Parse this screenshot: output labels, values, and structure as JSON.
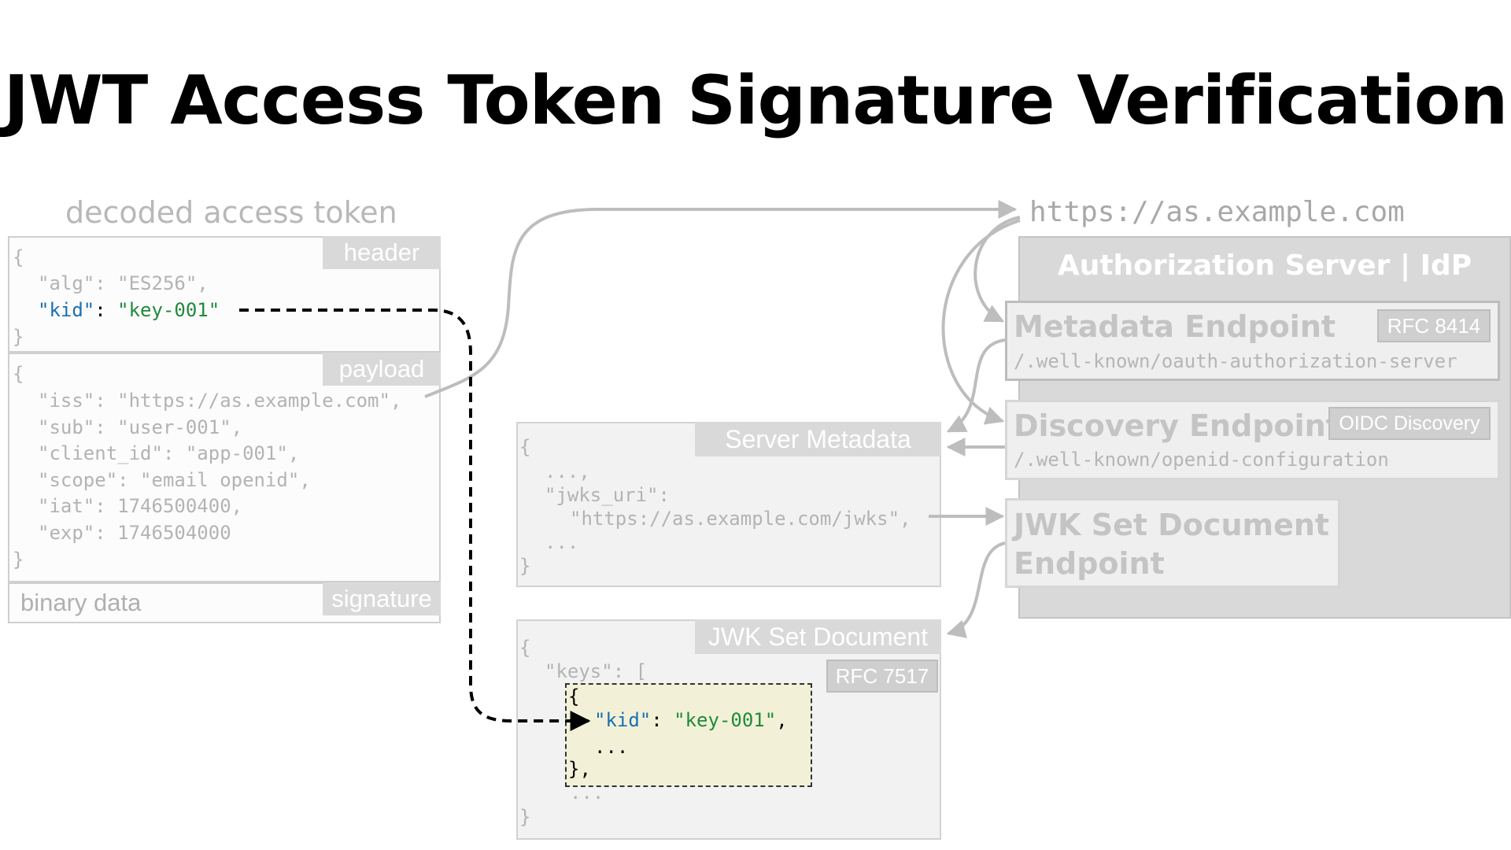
{
  "title": "JWT Access Token Signature Verification",
  "token": {
    "label": "decoded access token",
    "header_tab": "header",
    "payload_tab": "payload",
    "signature_tab": "signature",
    "header_lines": [
      "{",
      "\"alg\": \"ES256\",",
      "\"kid\"",
      "\"key-001\"",
      "}"
    ],
    "payload_lines": [
      "{",
      "\"iss\": \"https://as.example.com\",",
      "\"sub\": \"user-001\",",
      "\"client_id\": \"app-001\",",
      "\"scope\": \"email openid\",",
      "\"iat\": 1746500400,",
      "\"exp\": 1746504000",
      "}"
    ],
    "binary": "binary data"
  },
  "issuer_url": "https://as.example.com",
  "server": {
    "title": "Authorization Server | IdP",
    "metadata": {
      "title": "Metadata Endpoint",
      "badge": "RFC 8414",
      "path": "/.well-known/oauth-authorization-server"
    },
    "discovery": {
      "title": "Discovery Endpoint",
      "badge": "OIDC Discovery",
      "path": "/.well-known/openid-configuration"
    },
    "jwks": {
      "title_line1": "JWK Set Document",
      "title_line2": "Endpoint"
    }
  },
  "server_metadata": {
    "tab": "Server Metadata",
    "lines": [
      "{",
      "...,",
      "\"jwks_uri\":",
      "\"https://as.example.com/jwks\",",
      "...",
      "}"
    ]
  },
  "jwk_set": {
    "tab": "JWK Set Document",
    "badge": "RFC 7517",
    "lines": [
      "{",
      "\"keys\": [",
      "{",
      "\"kid\"",
      "\"key-001\"",
      "...",
      "},",
      "...",
      "}"
    ]
  }
}
